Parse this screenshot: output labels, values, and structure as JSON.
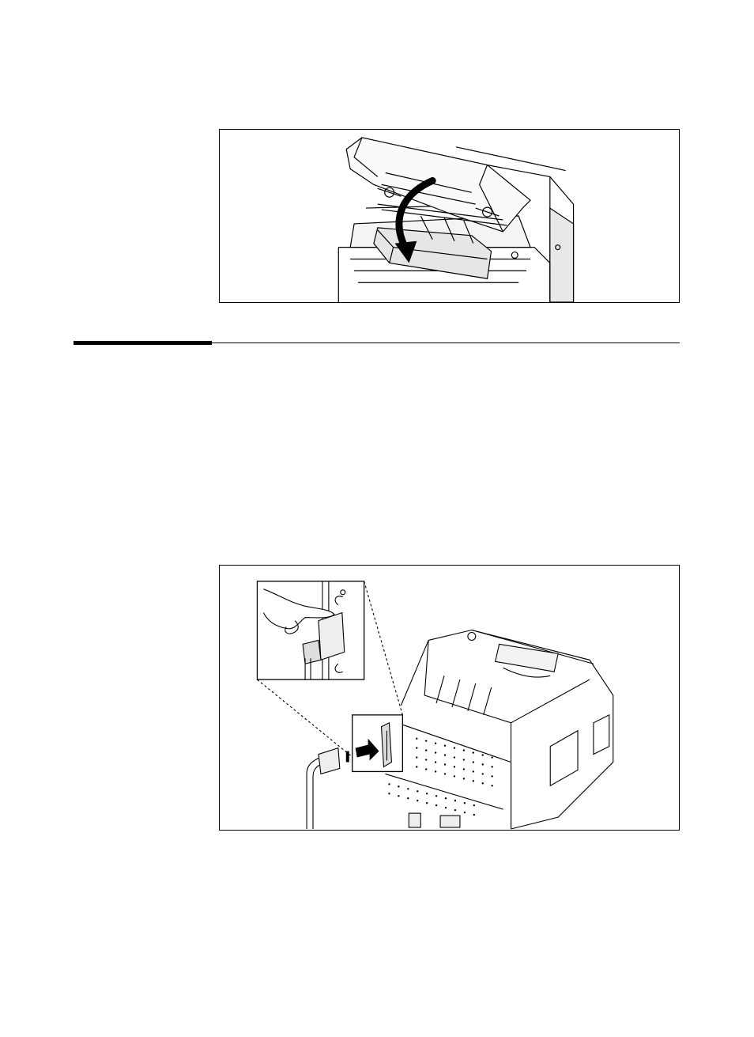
{
  "page": {
    "figures": [
      {
        "id": "close-top-cover",
        "subject": "printer-top-cover-closing"
      },
      {
        "id": "connect-parallel-cable",
        "subject": "printer-parallel-port-connection"
      }
    ]
  }
}
